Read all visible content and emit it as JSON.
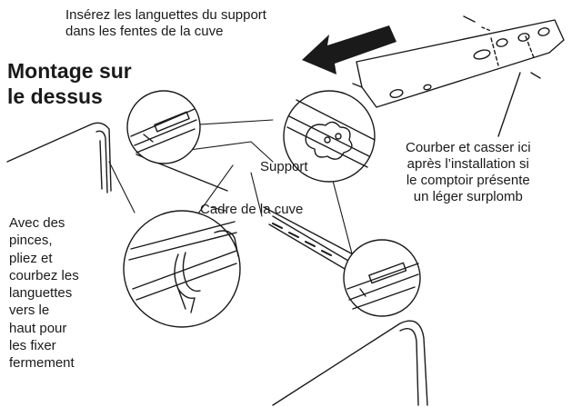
{
  "title": {
    "lines": [
      "Montage sur",
      "le dessus"
    ]
  },
  "labels": {
    "insert": [
      "Insérez les languettes du support",
      "dans les fentes de la cuve"
    ],
    "support": "Support",
    "frame": "Cadre de la cuve",
    "bend": [
      "Courber et casser ici",
      "après l’installation si",
      "le comptoir présente",
      "un léger surplomb"
    ],
    "pliers": [
      "Avec des",
      "pinces,",
      "pliez et",
      "courbez les",
      "languettes",
      "vers le",
      "haut pour",
      "les fixer",
      "fermement"
    ]
  },
  "colors": {
    "ink": "#1a1a1a",
    "paper": "#ffffff",
    "detail_fill": "#f2f2f2"
  },
  "icons": {
    "arrow": "insert-direction-arrow-icon"
  }
}
